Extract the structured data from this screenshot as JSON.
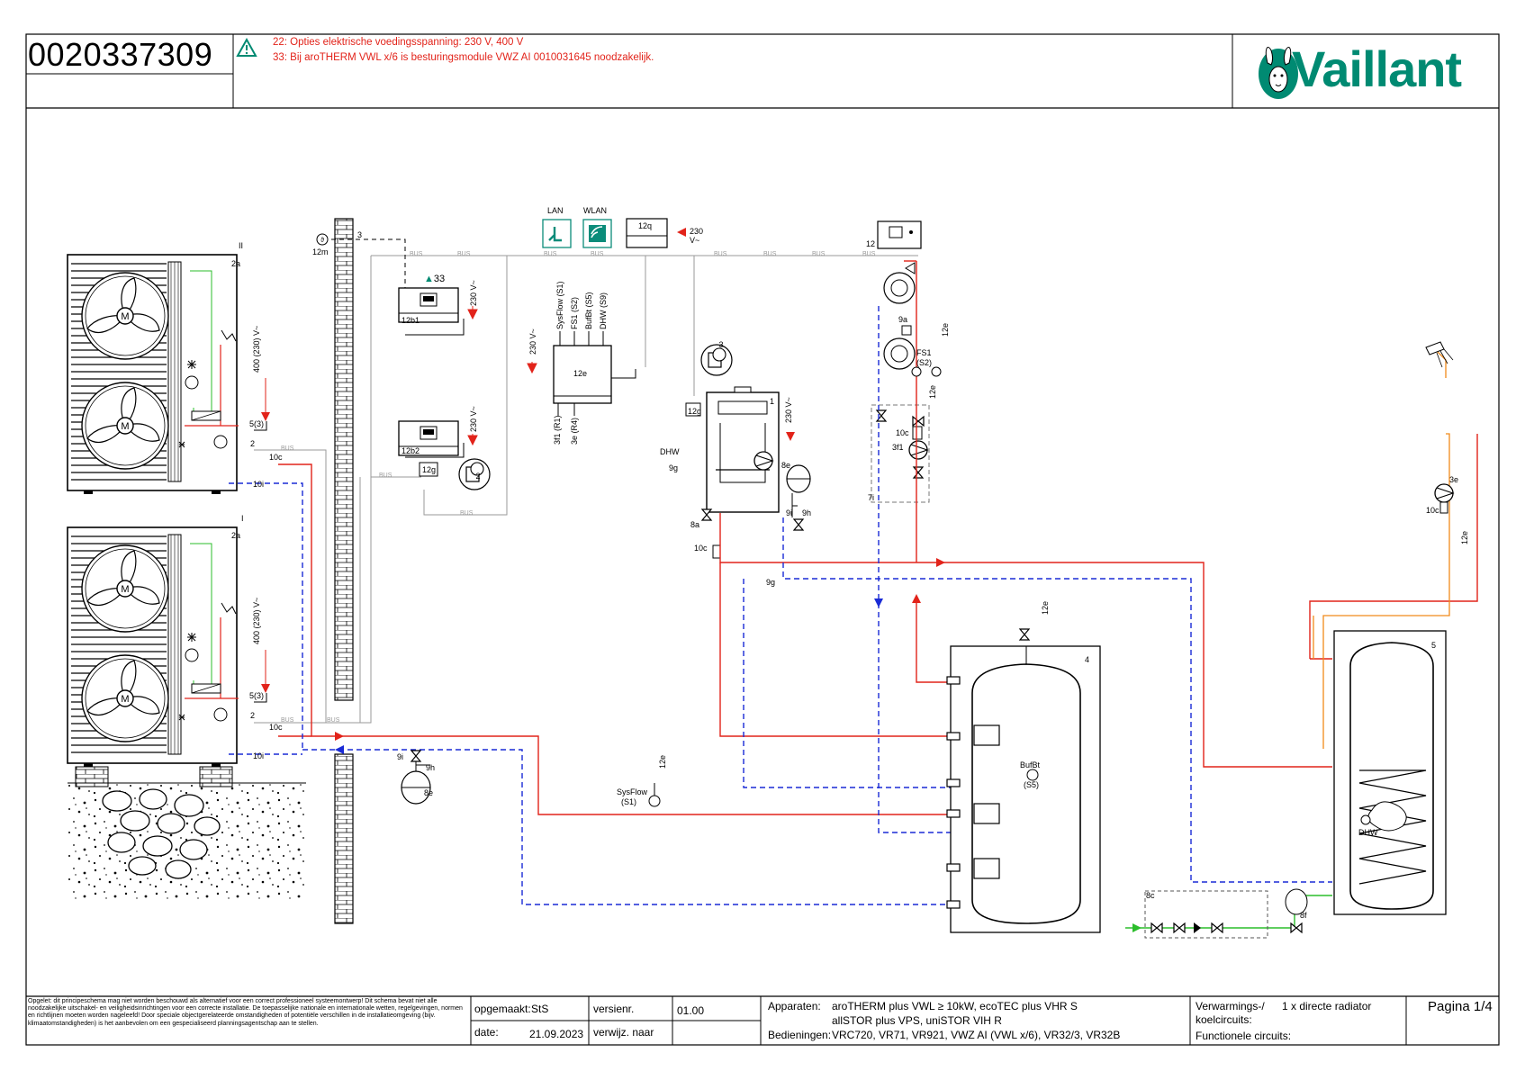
{
  "header": {
    "document_number": "0020337309",
    "warnings": [
      "22: Opties elektrische voedingsspanning: 230 V, 400 V",
      "33: Bij aroTHERM VWL x/6 is besturingsmodule VWZ AI 0010031645 noodzakelijk."
    ],
    "brand": "Vaillant"
  },
  "schematic": {
    "heat_pumps": [
      {
        "roman": "II",
        "id": "2a",
        "supply": "400 (230) V~",
        "cable_a": "5(3)",
        "cable_b": "2",
        "valve": "10c",
        "pipe": "10i"
      },
      {
        "roman": "I",
        "id": "2a",
        "supply": "400 (230) V~",
        "cable_a": "5(3)",
        "cable_b": "2",
        "valve": "10c",
        "pipe": "10i"
      }
    ],
    "bus_label": "BUS",
    "controllers": {
      "sensor_12m": "12m",
      "cable_3": "3",
      "module_12b1": "12b1",
      "module_12b2": "12b2",
      "warning_ref": "33",
      "supply_230": "230 V~",
      "module_12g": "12g",
      "lan": "LAN",
      "wlan": "WLAN",
      "gateway": "12q",
      "gateway_supply": "230 V~",
      "module_12e": "12e",
      "inputs_12e": [
        "SysFlow (S1)",
        "FS1 (S2)",
        "BufBt (S5)",
        "DHW (S9)"
      ],
      "outputs_12e": [
        "3f1 (R1)",
        "3e (R4)"
      ],
      "room_unit": "12"
    },
    "boiler": {
      "id": "1",
      "supply": "230 V~",
      "dhw": "DHW",
      "valve_9g": "9g",
      "valve_8a": "8a",
      "vessel": "8e",
      "valve_9i": "9i",
      "valve_9h": "9h",
      "valve_10c": "10c",
      "module_12g": "12g"
    },
    "heating_circuit": {
      "sensor_9a": "9a",
      "fs1": "FS1",
      "s2": "(S2)",
      "valve_10c": "10c",
      "pump_3f1": "3f1",
      "box_7i": "7i",
      "cable": "12e"
    },
    "buffer": {
      "id": "4",
      "sensor": "BufBt",
      "sensor_sub": "(S5)",
      "cable": "12e"
    },
    "cylinder": {
      "id": "5",
      "sensor": "DHW",
      "set_8c": "8c",
      "valve_8f": "8f"
    },
    "dhw_pump": {
      "pump": "3e",
      "valve": "10c",
      "cable": "12e"
    },
    "expansion": {
      "vessel": "8e",
      "valve_9i": "9i",
      "valve_9h": "9h"
    },
    "sysflow": {
      "label": "SysFlow",
      "sub": "(S1)",
      "cable": "12e"
    }
  },
  "footer": {
    "disclaimer": "Opgelet: dit principeschema mag niet worden beschouwd als alternatief voor een correct professioneel systeemontwerp! Dit schema bevat niet alle noodzakelijke uitschakel- en veiligheidsinrichtingen voor een correcte installatie. De toepasselijke nationale en internationale wetten, regelgevingen, normen en richtlijnen moeten worden nageleefd! Door speciale objectgerelateerde omstandigheden of potentiële verschillen in de installatieomgeving (bijv. klimaatomstandigheden) is het aanbevolen om een gespecialiseerd planningsagentschap aan te stellen.",
    "opgemaakt_label": "opgemaakt:",
    "opgemaakt_value": "StS",
    "versienr_label": "versienr.",
    "versienr_value": "01.00",
    "date_label": "date:",
    "date_value": "21.09.2023",
    "verwijz_label": "verwijz. naar",
    "apparaten_label": "Apparaten:",
    "apparaten_line1": "aroTHERM plus VWL ≥ 10kW, ecoTEC plus VHR S",
    "apparaten_line2": "allSTOR plus VPS, uniSTOR VIH R",
    "bedieningen_label": "Bedieningen:",
    "bedieningen_value": "VRC720, VR71, VR921, VWZ AI (VWL x/6), VR32/3, VR32B",
    "verwarmings_label_1": "Verwarmings-/",
    "verwarmings_label_2": "koelcircuits:",
    "verwarmings_value": "1 x directe radiator",
    "functionele_label": "Functionele circuits:",
    "page_label": "Pagina 1/4"
  },
  "colors": {
    "supply": "#e2231a",
    "return": "#1a2bd6",
    "bus": "#9a9a9a",
    "cold_water": "#2bbd2b",
    "dhw_circulation": "#f08a1a",
    "accent_green": "#008a72",
    "teal": "#0b8c7a"
  },
  "icons": [
    "warning-triangle-icon",
    "lan-icon",
    "wlan-icon",
    "vaillant-hare-logo",
    "fan-icon",
    "pump-icon",
    "valve-icon",
    "shower-icon"
  ]
}
